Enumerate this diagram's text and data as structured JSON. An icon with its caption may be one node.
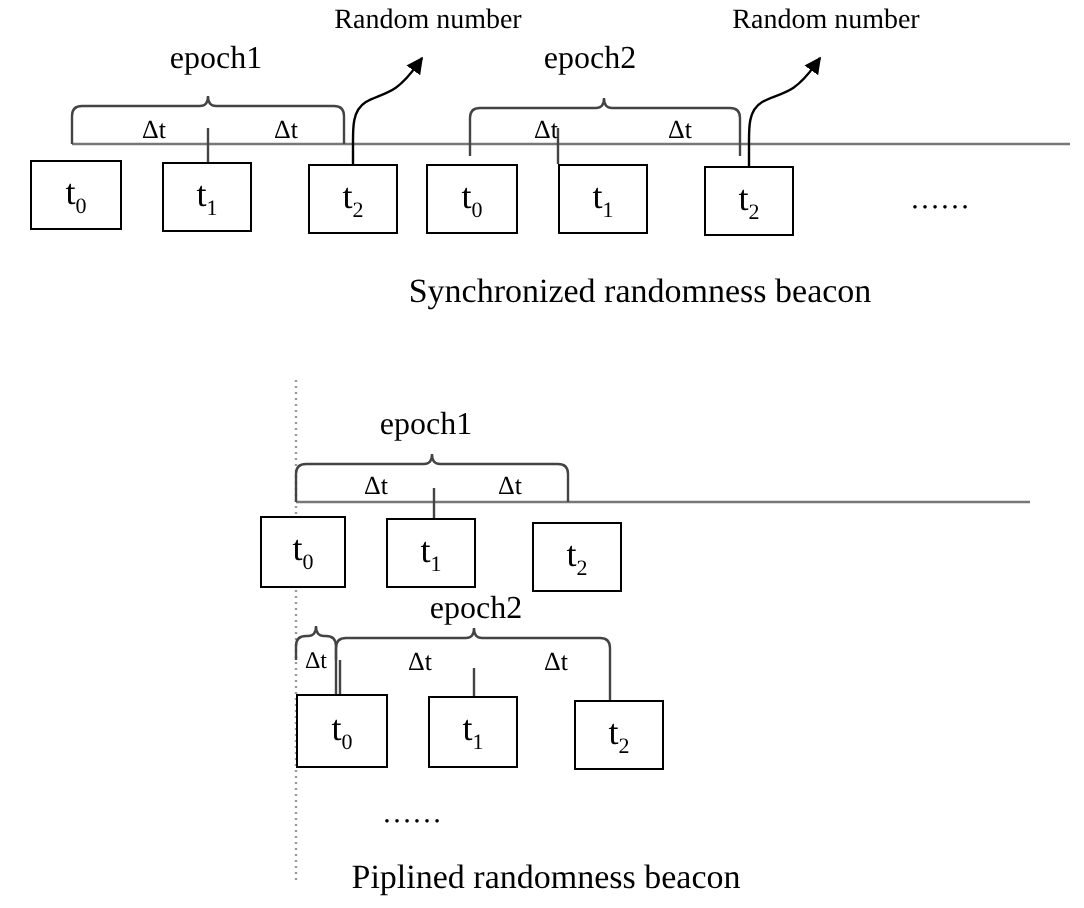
{
  "diagram": {
    "nodes": [
      {
        "text": [
          "Random number"
        ]
      },
      {
        "text": [
          "Random number"
        ]
      },
      {
        "text": [
          "t$_{0}$"
        ]
      },
      {
        "text": [
          "t$_{1}$"
        ]
      },
      {
        "text": [
          "t$_{2}$"
        ]
      },
      {
        "text": [
          "t$_{0}$"
        ]
      },
      {
        "text": [
          "t$_{1}$"
        ]
      },
      {
        "text": [
          "t$_{2}$"
        ]
      },
      {
        "text": [
          "t$_{0}$"
        ]
      },
      {
        "text": [
          "t$_{1}$"
        ]
      },
      {
        "text": [
          "t$_{2}$"
        ]
      },
      {
        "text": [
          "t$_{0}$"
        ]
      },
      {
        "text": [
          "t$_{1}$"
        ]
      },
      {
        "text": [
          "t$_{2}$"
        ]
      }
    ],
    "edges": [
      {
        "from": 4,
        "to": 0,
        "arrow": "to"
      },
      {
        "from": 7,
        "to": 1,
        "arrow": "to"
      }
    ],
    "labels": [
      "epoch1",
      "epoch2",
      "Δt",
      "Δt",
      "Δt",
      "Δt",
      "……",
      "Synchronized randomness beacon",
      "epoch1",
      "Δt",
      "Δt",
      "epoch2",
      "Δt",
      "Δt",
      "Δt",
      "……",
      "Piplined randomness beacon"
    ]
  }
}
